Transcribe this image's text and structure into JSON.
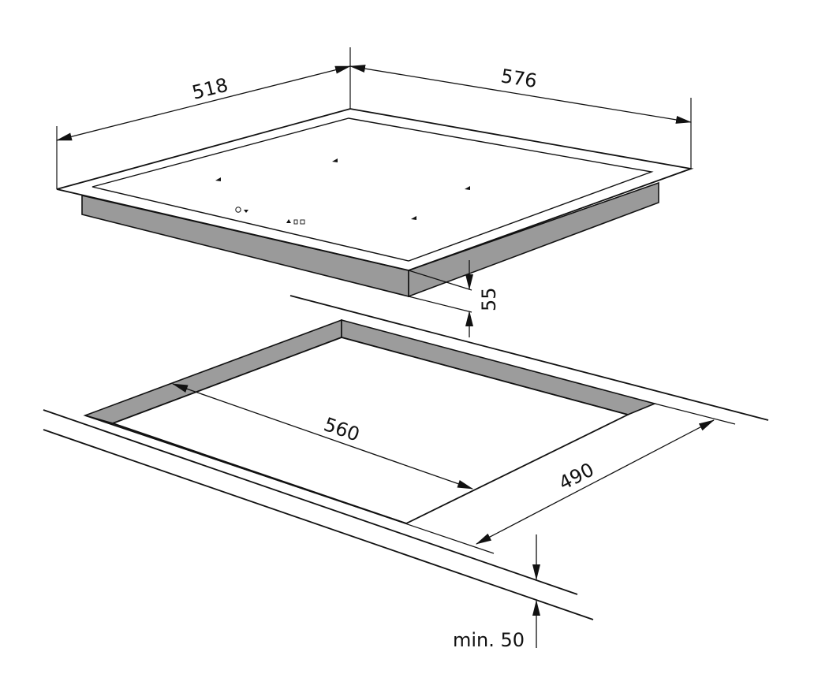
{
  "diagram": {
    "colors": {
      "line": "#111111",
      "fill_panel": "#ffffff",
      "side_gray": "#9a9a9a",
      "cutout_wall": "#9c9c9c"
    },
    "dimensions": {
      "hob_depth": "518",
      "hob_width": "576",
      "hob_height": "55",
      "cutout_width": "560",
      "cutout_depth": "490",
      "min_clearance": "min. 50"
    },
    "control_icons": [
      "power-icon",
      "lock-icon",
      "timer-icon"
    ]
  }
}
